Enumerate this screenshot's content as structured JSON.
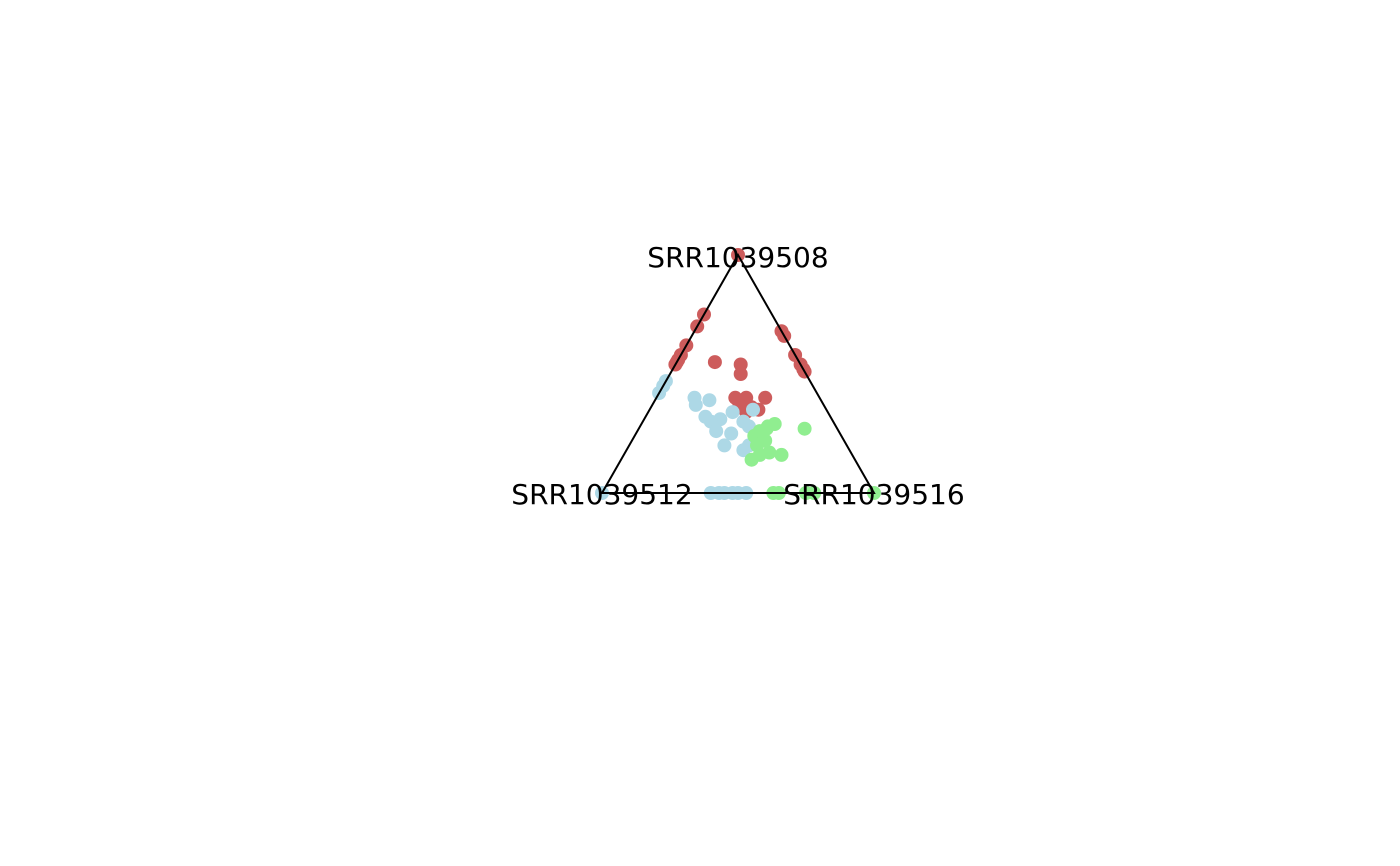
{
  "chart_data": {
    "type": "scatter",
    "subtype": "ternary",
    "vertices": [
      "SRR1039508",
      "SRR1039512",
      "SRR1039516"
    ],
    "grid": false,
    "legend": "none",
    "colors": {
      "SRR1039508": "#cd5c5c",
      "SRR1039512": "#add8e6",
      "SRR1039516": "#90ee90",
      "frame": "#000000"
    },
    "series": [
      {
        "color_key": "SRR1039508",
        "points": [
          [
            1.0,
            0.0,
            0.0
          ],
          [
            0.75,
            0.25,
            0.0
          ],
          [
            0.7,
            0.3,
            0.0
          ],
          [
            0.62,
            0.38,
            0.0
          ],
          [
            0.58,
            0.42,
            0.0
          ],
          [
            0.56,
            0.44,
            0.0
          ],
          [
            0.55,
            0.45,
            0.0
          ],
          [
            0.54,
            0.46,
            0.0
          ],
          [
            0.68,
            0.0,
            0.32
          ],
          [
            0.66,
            0.0,
            0.34
          ],
          [
            0.58,
            0.0,
            0.42
          ],
          [
            0.54,
            0.0,
            0.46
          ],
          [
            0.52,
            0.0,
            0.48
          ],
          [
            0.51,
            0.0,
            0.49
          ],
          [
            0.55,
            0.31,
            0.14
          ],
          [
            0.54,
            0.22,
            0.24
          ],
          [
            0.5,
            0.24,
            0.26
          ],
          [
            0.4,
            0.31,
            0.29
          ],
          [
            0.4,
            0.27,
            0.33
          ],
          [
            0.39,
            0.29,
            0.32
          ],
          [
            0.37,
            0.31,
            0.32
          ],
          [
            0.36,
            0.27,
            0.37
          ],
          [
            0.35,
            0.25,
            0.4
          ],
          [
            0.34,
            0.3,
            0.36
          ],
          [
            0.4,
            0.2,
            0.4
          ]
        ]
      },
      {
        "color_key": "SRR1039512",
        "points": [
          [
            0.0,
            1.0,
            0.0
          ],
          [
            0.0,
            0.6,
            0.4
          ],
          [
            0.0,
            0.57,
            0.43
          ],
          [
            0.0,
            0.55,
            0.45
          ],
          [
            0.0,
            0.52,
            0.48
          ],
          [
            0.0,
            0.5,
            0.5
          ],
          [
            0.0,
            0.47,
            0.53
          ],
          [
            0.47,
            0.53,
            0.0
          ],
          [
            0.45,
            0.55,
            0.0
          ],
          [
            0.42,
            0.58,
            0.0
          ],
          [
            0.4,
            0.46,
            0.14
          ],
          [
            0.37,
            0.47,
            0.16
          ],
          [
            0.39,
            0.41,
            0.2
          ],
          [
            0.32,
            0.46,
            0.22
          ],
          [
            0.31,
            0.41,
            0.28
          ],
          [
            0.3,
            0.45,
            0.25
          ],
          [
            0.26,
            0.45,
            0.29
          ],
          [
            0.25,
            0.4,
            0.35
          ],
          [
            0.2,
            0.45,
            0.35
          ],
          [
            0.2,
            0.36,
            0.44
          ],
          [
            0.18,
            0.39,
            0.43
          ],
          [
            0.23,
            0.31,
            0.46
          ],
          [
            0.28,
            0.32,
            0.4
          ],
          [
            0.34,
            0.35,
            0.31
          ],
          [
            0.3,
            0.33,
            0.37
          ],
          [
            0.35,
            0.27,
            0.38
          ]
        ]
      },
      {
        "color_key": "SRR1039516",
        "points": [
          [
            0.0,
            0.0,
            1.0
          ],
          [
            0.0,
            0.25,
            0.75
          ],
          [
            0.0,
            0.22,
            0.78
          ],
          [
            0.0,
            0.37,
            0.63
          ],
          [
            0.0,
            0.35,
            0.65
          ],
          [
            0.27,
            0.12,
            0.61
          ],
          [
            0.28,
            0.25,
            0.47
          ],
          [
            0.29,
            0.22,
            0.49
          ],
          [
            0.27,
            0.26,
            0.47
          ],
          [
            0.24,
            0.32,
            0.44
          ],
          [
            0.2,
            0.33,
            0.47
          ],
          [
            0.23,
            0.3,
            0.47
          ],
          [
            0.17,
            0.3,
            0.53
          ],
          [
            0.14,
            0.38,
            0.48
          ],
          [
            0.16,
            0.34,
            0.5
          ],
          [
            0.16,
            0.26,
            0.58
          ],
          [
            0.22,
            0.29,
            0.49
          ],
          [
            0.26,
            0.29,
            0.45
          ]
        ]
      }
    ]
  }
}
